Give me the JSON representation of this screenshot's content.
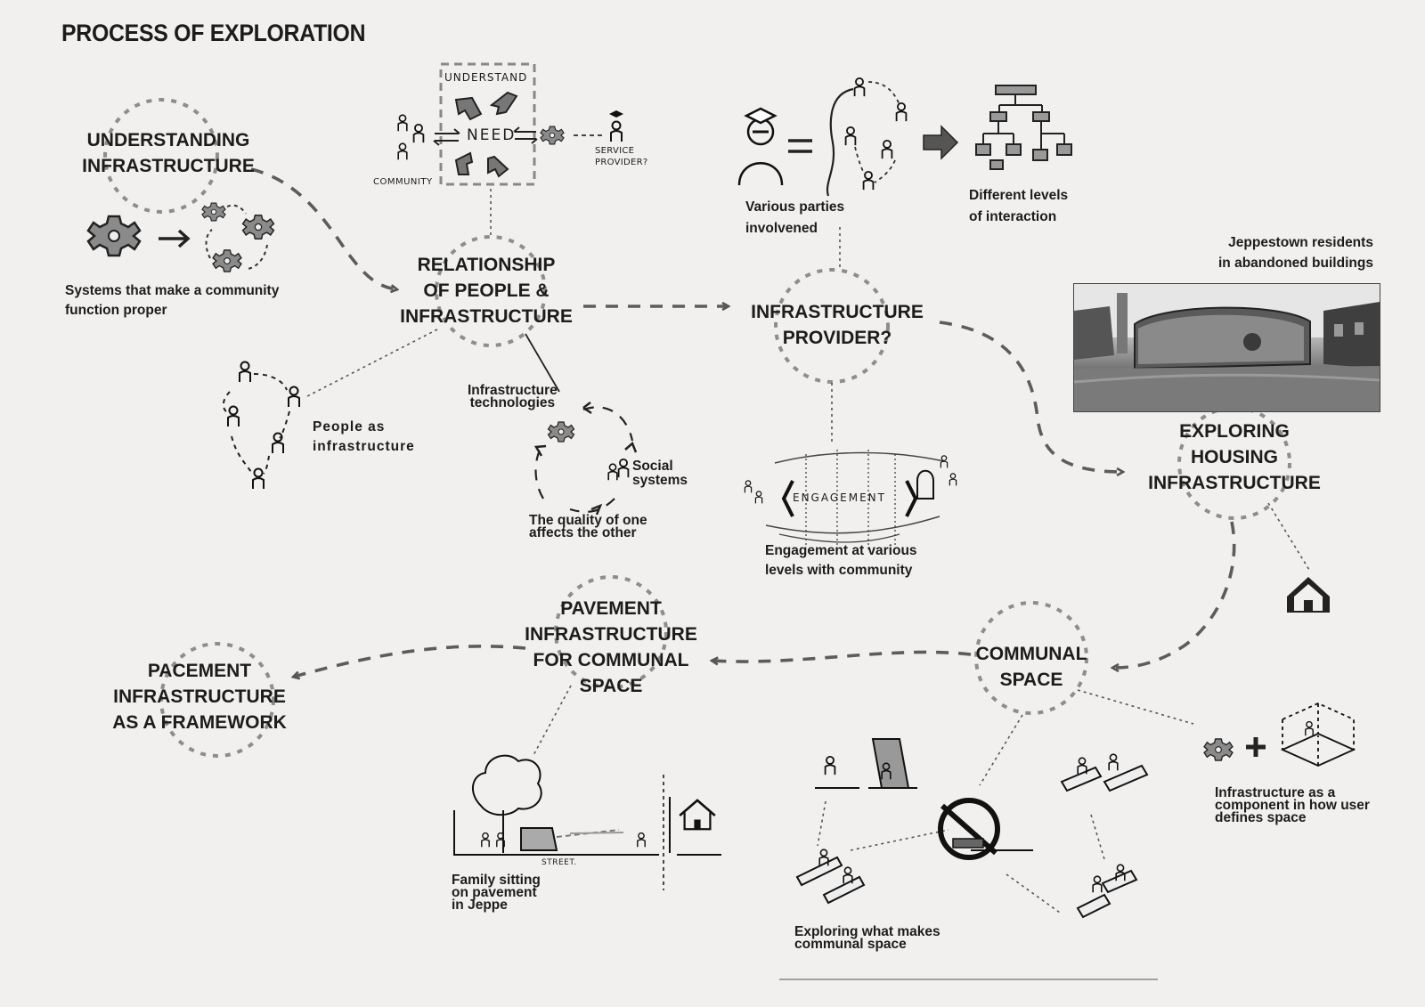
{
  "title": "PROCESS OF EXPLORATION",
  "nodes": {
    "understanding": [
      "UNDERSTANDING",
      "INFRASTRUCTURE"
    ],
    "relationship": [
      "RELATIONSHIP",
      "OF PEOPLE  &",
      "INFRASTRUCTURE"
    ],
    "provider": [
      "INFRASTRUCTURE",
      "PROVIDER?"
    ],
    "housing": [
      "EXPLORING",
      "HOUSING",
      "INFRASTRUCTURE"
    ],
    "communal": [
      "COMMUNAL",
      "SPACE"
    ],
    "pavement": [
      "PAVEMENT",
      "INFRASTRUCTURE",
      "FOR COMMUNAL",
      "SPACE"
    ],
    "pacement": [
      "PACEMENT",
      "INFRASTRUCTURE",
      "AS A FRAMEWORK"
    ]
  },
  "captions": {
    "systems": [
      "Systems that make a community",
      "function proper"
    ],
    "people_as": [
      "People as",
      "infrastructure"
    ],
    "infra_tech": [
      "Infrastructure",
      "technologies"
    ],
    "social": [
      "Social",
      "systems"
    ],
    "quality": [
      "The quality of  one",
      "affects the other"
    ],
    "parties": [
      "Various parties",
      "involvened"
    ],
    "levels": [
      "Different levels",
      "of interaction"
    ],
    "jeppestown": [
      "Jeppestown residents",
      "in abandoned buildings"
    ],
    "engagement": [
      "Engagement at various",
      "levels with community"
    ],
    "component": [
      "Infrastructure as a",
      "component in how user",
      "defines space"
    ],
    "family": [
      "Family sitting",
      "on pavement",
      "in Jeppe"
    ],
    "exploring_communal": [
      "Exploring what makes",
      "communal space"
    ]
  },
  "sketch_labels": {
    "understand": "UNDERSTAND",
    "need": "NEED",
    "community": "COMMUNITY",
    "service_provider": [
      "SERVICE",
      "PROVIDER?"
    ],
    "engagement": "ENGAGEMENT",
    "street": "STREET."
  }
}
